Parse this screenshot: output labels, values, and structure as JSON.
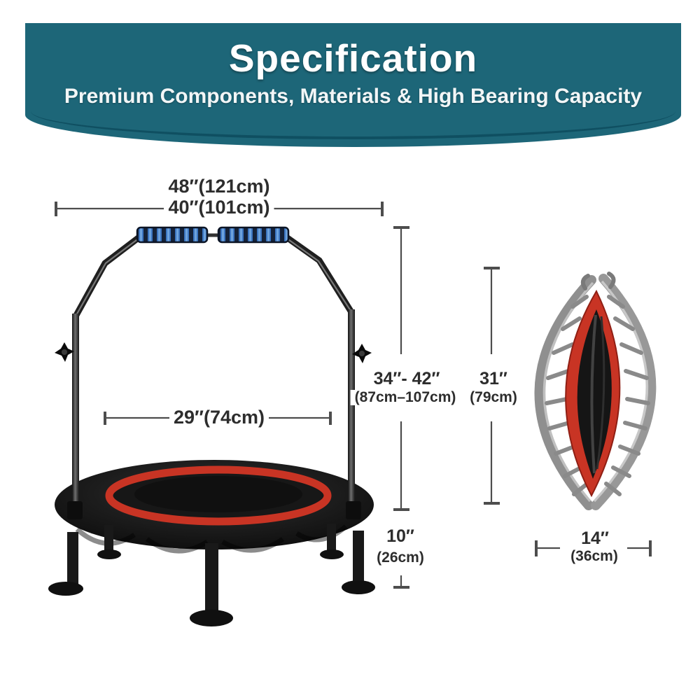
{
  "banner": {
    "title": "Specification",
    "subtitle": "Premium Components, Materials & High Bearing Capacity",
    "background_color": "#1d6678",
    "edge_line_color": "#0f4f61",
    "text_color": "#ffffff"
  },
  "product": {
    "name": "mini fitness trampoline with adjustable handlebar",
    "views": {
      "assembled": "trampoline with handlebar and legs",
      "folded": "folded trampoline"
    },
    "colors": {
      "mat": "#151515",
      "pad_ring_red": "#c83424",
      "frame_gray": "#8f8f8f",
      "grip_blue": "#3c76c2",
      "metal_dark": "#1f1f1f",
      "dimension_line": "#4d4d4d"
    }
  },
  "dimensions": {
    "handlebar_outer_width": {
      "label": "48″(121cm)"
    },
    "handlebar_inner_width": {
      "label": "40″(101cm)"
    },
    "mat_diameter": {
      "label": "29″(74cm)"
    },
    "handlebar_height_range": {
      "label": "34″- 42″",
      "sub": "(87cm–107cm)"
    },
    "folded_height": {
      "label": "31″",
      "sub": "(79cm)"
    },
    "frame_height": {
      "label": "10″",
      "sub": "(26cm)"
    },
    "folded_width": {
      "label": "14″",
      "sub": "(36cm)"
    }
  }
}
